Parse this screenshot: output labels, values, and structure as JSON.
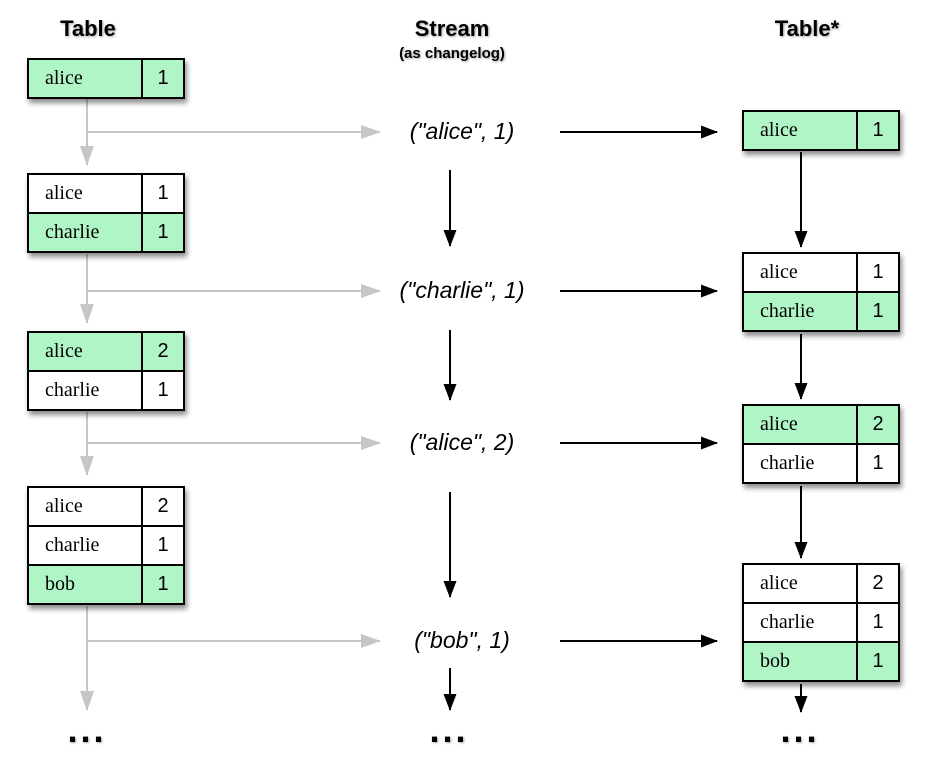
{
  "colors": {
    "row_highlight": "#aff5c6",
    "row_default": "#ffffff",
    "gray_line": "#c6c6c6",
    "black_line": "#000000",
    "table_border": "#000000"
  },
  "columns": {
    "left": {
      "title": "Table",
      "ellipsis": "...",
      "tables": [
        {
          "rows": [
            {
              "key": "alice",
              "value": "1",
              "bg": "#aff5c6"
            }
          ]
        },
        {
          "rows": [
            {
              "key": "alice",
              "value": "1",
              "bg": "#ffffff"
            },
            {
              "key": "charlie",
              "value": "1",
              "bg": "#aff5c6"
            }
          ]
        },
        {
          "rows": [
            {
              "key": "alice",
              "value": "2",
              "bg": "#aff5c6"
            },
            {
              "key": "charlie",
              "value": "1",
              "bg": "#ffffff"
            }
          ]
        },
        {
          "rows": [
            {
              "key": "alice",
              "value": "2",
              "bg": "#ffffff"
            },
            {
              "key": "charlie",
              "value": "1",
              "bg": "#ffffff"
            },
            {
              "key": "bob",
              "value": "1",
              "bg": "#aff5c6"
            }
          ]
        }
      ]
    },
    "stream": {
      "title": "Stream",
      "subtitle": "(as changelog)",
      "ellipsis": "...",
      "events": [
        {
          "label": "(\"alice\", 1)"
        },
        {
          "label": "(\"charlie\", 1)"
        },
        {
          "label": "(\"alice\", 2)"
        },
        {
          "label": "(\"bob\", 1)"
        }
      ]
    },
    "table_star": {
      "title": "Table*",
      "ellipsis": "...",
      "tables": [
        {
          "rows": [
            {
              "key": "alice",
              "value": "1",
              "bg": "#aff5c6"
            }
          ]
        },
        {
          "rows": [
            {
              "key": "alice",
              "value": "1",
              "bg": "#ffffff"
            },
            {
              "key": "charlie",
              "value": "1",
              "bg": "#aff5c6"
            }
          ]
        },
        {
          "rows": [
            {
              "key": "alice",
              "value": "2",
              "bg": "#aff5c6"
            },
            {
              "key": "charlie",
              "value": "1",
              "bg": "#ffffff"
            }
          ]
        },
        {
          "rows": [
            {
              "key": "alice",
              "value": "2",
              "bg": "#ffffff"
            },
            {
              "key": "charlie",
              "value": "1",
              "bg": "#ffffff"
            },
            {
              "key": "bob",
              "value": "1",
              "bg": "#aff5c6"
            }
          ]
        }
      ]
    }
  }
}
